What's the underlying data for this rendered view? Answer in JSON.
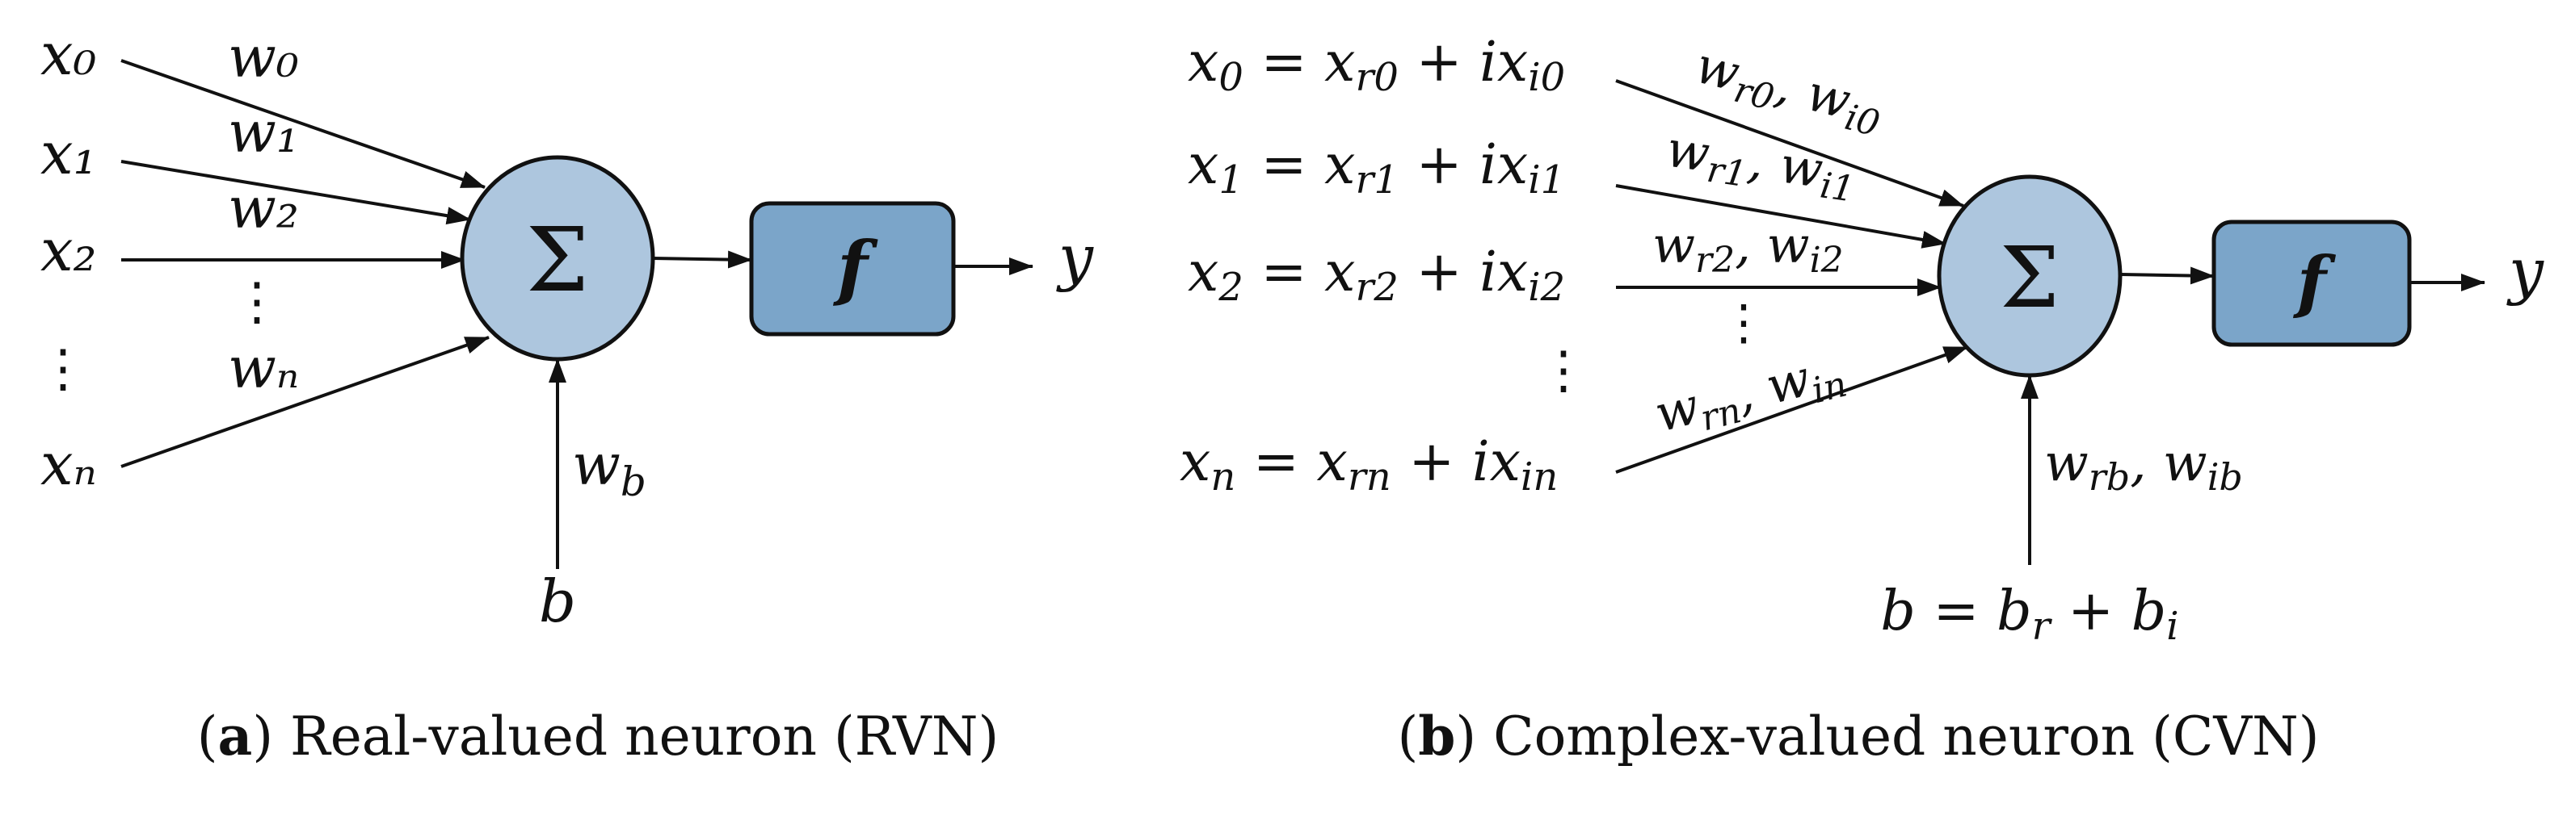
{
  "rvn": {
    "inputs": [
      "x₀",
      "x₁",
      "x₂",
      "⋮",
      "xₙ"
    ],
    "weights": [
      "w₀",
      "w₁",
      "w₂",
      "⋮",
      "wₙ"
    ],
    "bias": "b",
    "bias_weight": "w_b",
    "sum_symbol": "Σ",
    "activation": "f",
    "output": "y",
    "caption_letter": "a",
    "caption_text": "Real-valued neuron (RVN)"
  },
  "cvn": {
    "inputs": [
      "x₀ = x_r0 + i x_i0",
      "x₁ = x_r1 + i x_i1",
      "x₂ = x_r2 + i x_i2",
      "⋮",
      "xₙ = x_rn + i x_in"
    ],
    "weights": [
      "w_r0, w_i0",
      "w_r1, w_i1",
      "w_r2, w_i2",
      "⋮",
      "w_rn, w_in"
    ],
    "bias": "b = b_r + b_i",
    "bias_weight": "w_rb, w_ib",
    "sum_symbol": "Σ",
    "activation": "f",
    "output": "y",
    "caption_letter": "b",
    "caption_text": "Complex-valued neuron (CVN)"
  }
}
